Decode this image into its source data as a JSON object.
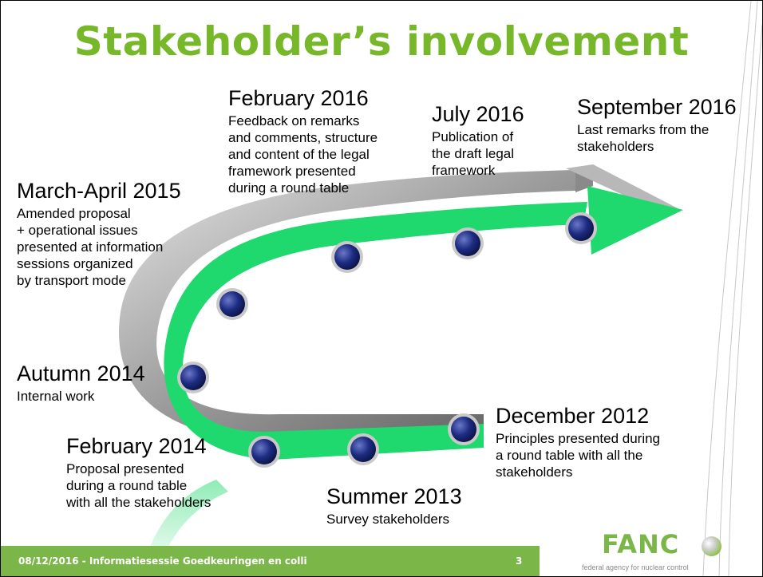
{
  "title": "Stakeholder’s involvement",
  "events": {
    "sep2016": {
      "date": "September 2016",
      "desc": [
        "Last remarks from the",
        "stakeholders"
      ]
    },
    "jul2016": {
      "date": "July 2016",
      "desc": [
        "Publication of",
        "the draft legal",
        "framework"
      ]
    },
    "feb2016": {
      "date": "February 2016",
      "desc": [
        "Feedback on remarks",
        "and comments, structure",
        "and content of the legal",
        "framework presented",
        "during a round table"
      ]
    },
    "mar2015": {
      "date": "March-April 2015",
      "desc": [
        "Amended proposal",
        "+ operational issues",
        "presented at information",
        "sessions organized",
        "by transport mode"
      ]
    },
    "aut2014": {
      "date": "Autumn 2014",
      "desc": [
        "Internal work"
      ]
    },
    "feb2014": {
      "date": "February 2014",
      "desc": [
        "Proposal presented",
        "during a round table",
        "with all the stakeholders"
      ]
    },
    "sum2013": {
      "date": "Summer 2013",
      "desc": [
        "Survey stakeholders"
      ]
    },
    "dec2012": {
      "date": "December 2012",
      "desc": [
        "Principles presented during",
        "a round table with all the",
        "stakeholders"
      ]
    }
  },
  "footer": {
    "text": "08/12/2016 - Informatiesessie Goedkeuringen en colli",
    "page": "3"
  },
  "logo": {
    "word": "FANC",
    "tagline": "federal agency for nuclear control"
  },
  "colors": {
    "title": "#76b82a",
    "path": "#1fd86e",
    "footer": "#7ab648",
    "node": "#1d2c82"
  }
}
